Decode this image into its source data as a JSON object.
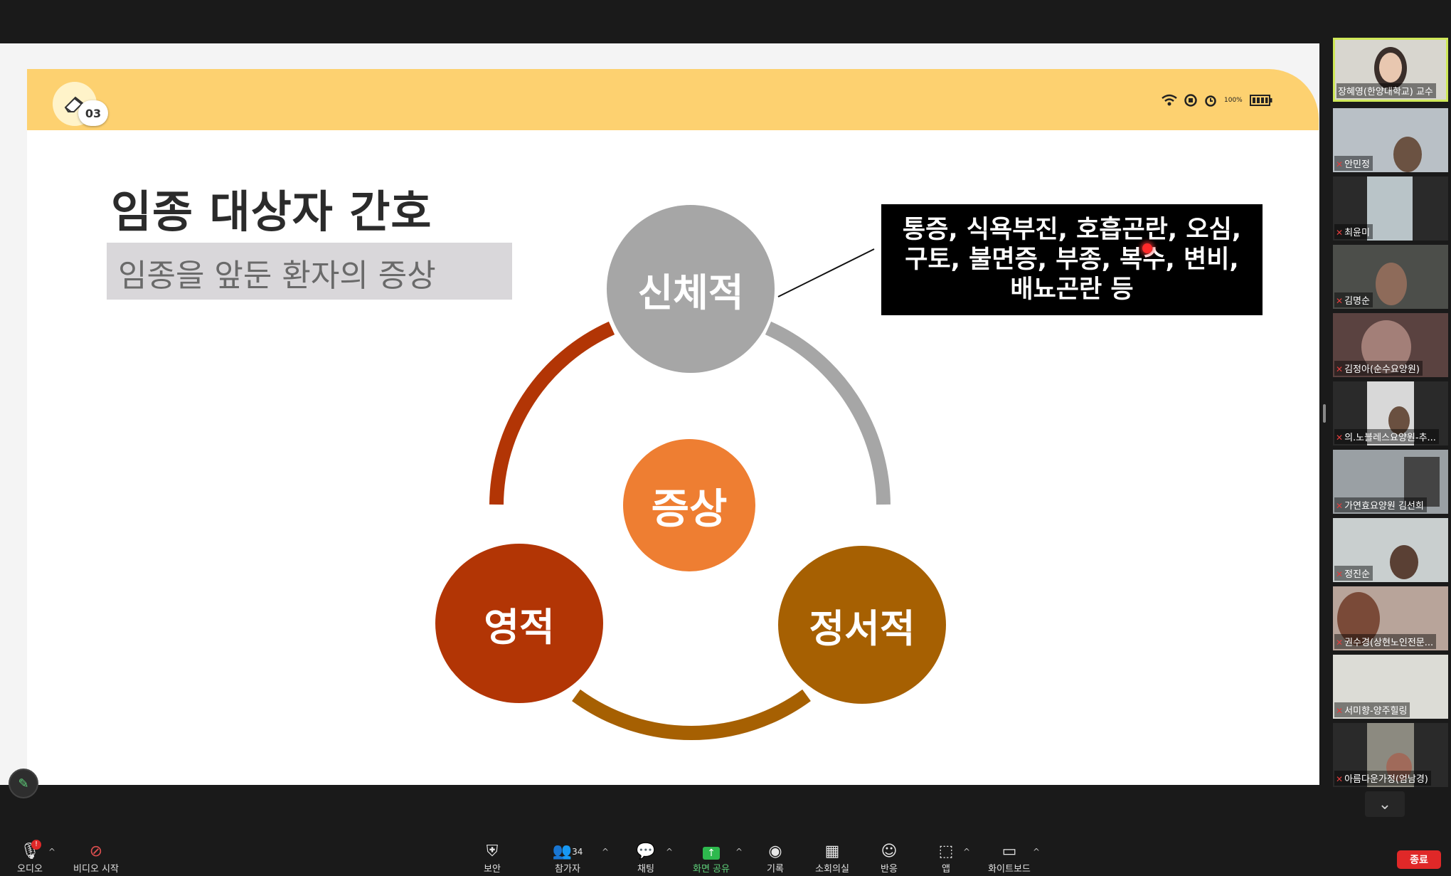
{
  "slide": {
    "page_number": "03",
    "title": "임종 대상자 간호",
    "subtitle": "임종을 앞둔 환자의 증상",
    "callout_lines": [
      "통증, 식욕부진, 호흡곤란, 오심,",
      "구토, 불면증, 부종, 복수, 변비,",
      "배뇨곤란 등"
    ],
    "nodes": {
      "top": "신체적",
      "center": "증상",
      "left": "영적",
      "right": "정서적"
    },
    "battery_label": "100%",
    "colors": {
      "banner": "#fdd170",
      "top": "#a6a6a6",
      "center": "#ee7e32",
      "left": "#b23505",
      "right": "#a66002"
    }
  },
  "participants": [
    {
      "name": "장혜영(한양대학교) 교수",
      "active": true
    },
    {
      "name": "안민정"
    },
    {
      "name": "최윤미"
    },
    {
      "name": "김명순"
    },
    {
      "name": "김정아(순수요양원)"
    },
    {
      "name": "의.노블레스요양원-추..."
    },
    {
      "name": "가연효요양원 김선희"
    },
    {
      "name": "정진순"
    },
    {
      "name": "권수경(상현노인전문..."
    },
    {
      "name": "서미향-양주힐링"
    },
    {
      "name": "아름다운가정(엄남경)"
    }
  ],
  "toolbar": {
    "audio": "오디오",
    "audio_badge": "!",
    "video": "비디오 시작",
    "security": "보안",
    "participants": "참가자",
    "participants_count": "34",
    "chat": "채팅",
    "share": "화면 공유",
    "record": "기록",
    "breakout": "소회의실",
    "reactions": "반응",
    "apps": "앱",
    "whiteboard": "화이트보드",
    "end": "종료"
  }
}
